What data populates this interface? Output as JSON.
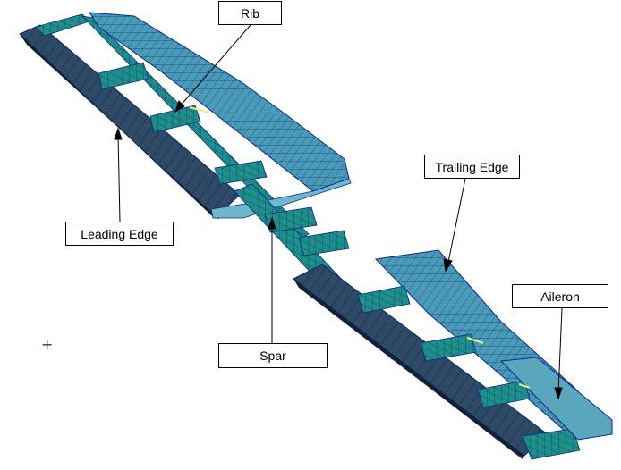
{
  "labels": {
    "rib": "Rib",
    "trailing_edge": "Trailing Edge",
    "leading_edge": "Leading Edge",
    "aileron": "Aileron",
    "spar": "Spar"
  },
  "colors": {
    "skin": "#4a9bb5",
    "skin_light": "#6fb8cc",
    "mesh": "#0a2a8c",
    "leading_edge_dark": "#1a2a40",
    "leading_edge_mid": "#3a5a78",
    "spar_green": "#1f8f8a",
    "highlight": "#e8f27a"
  }
}
